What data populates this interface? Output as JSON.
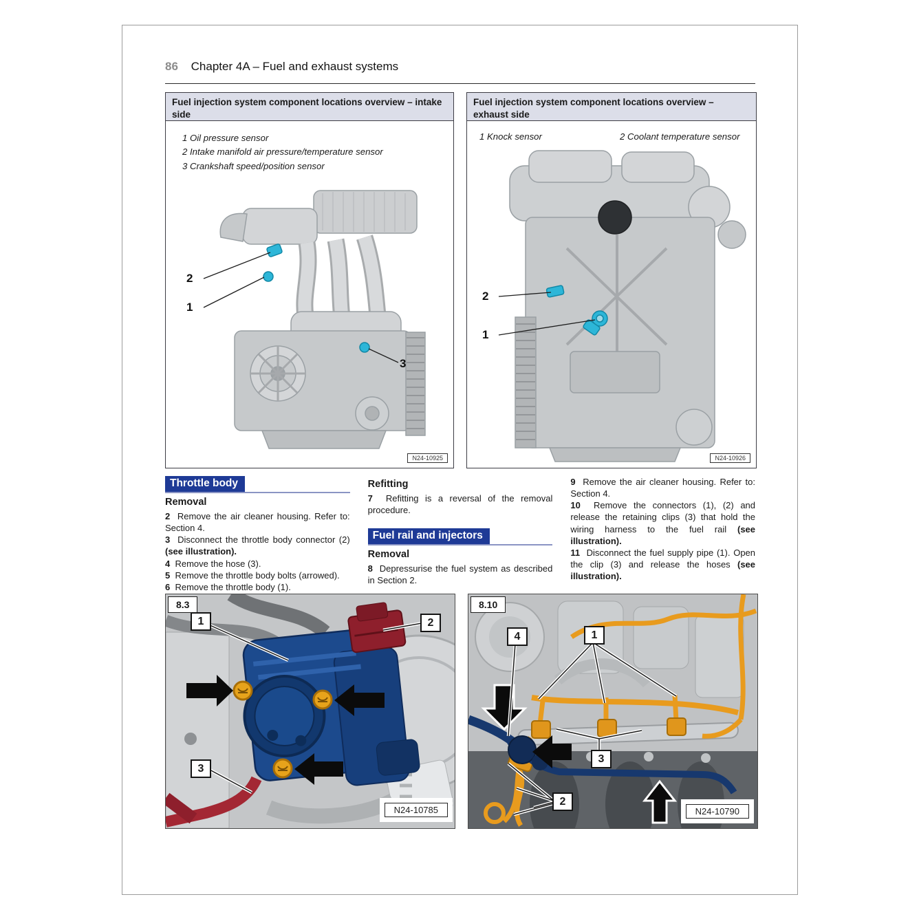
{
  "page": {
    "number": "86",
    "chapter_title": "Chapter 4A – Fuel and exhaust systems"
  },
  "figures": {
    "intake": {
      "title": "Fuel injection system component locations overview – intake side",
      "legend": [
        "1 Oil pressure sensor",
        "2 Intake manifold air pressure/temperature sensor",
        "3 Crankshaft speed/position sensor"
      ],
      "callouts": [
        "2",
        "1",
        "3"
      ],
      "image_id": "N24-10925"
    },
    "exhaust": {
      "title": "Fuel injection system component locations overview – exhaust side",
      "legend": [
        "1 Knock sensor",
        "2 Coolant temperature sensor"
      ],
      "callouts": [
        "2",
        "1"
      ],
      "image_id": "N24-10926"
    }
  },
  "sections": {
    "throttle_body": {
      "heading": "Throttle body",
      "removal_heading": "Removal",
      "steps": [
        {
          "n": "2",
          "pre": "Remove the air cleaner housing. Refer to: Section 4.",
          "bold": "",
          "post": ""
        },
        {
          "n": "3",
          "pre": "Disconnect the throttle body connector (2) ",
          "bold": "(see illustration).",
          "post": ""
        },
        {
          "n": "4",
          "pre": "Remove the hose (3).",
          "bold": "",
          "post": ""
        },
        {
          "n": "5",
          "pre": "Remove the throttle body bolts (arrowed).",
          "bold": "",
          "post": ""
        },
        {
          "n": "6",
          "pre": "Remove the throttle body (1).",
          "bold": "",
          "post": ""
        }
      ]
    },
    "refitting": {
      "heading": "Refitting",
      "steps": [
        {
          "n": "7",
          "pre": "Refitting is a reversal of the removal procedure.",
          "bold": "",
          "post": ""
        }
      ]
    },
    "fuel_rail": {
      "heading": "Fuel rail and injectors",
      "removal_heading": "Removal",
      "steps": [
        {
          "n": "8",
          "pre": "Depressurise the fuel system as described in Section 2.",
          "bold": "",
          "post": ""
        }
      ]
    },
    "continued": {
      "steps": [
        {
          "n": "9",
          "pre": "Remove the air cleaner housing. Refer to: Section 4.",
          "bold": "",
          "post": ""
        },
        {
          "n": "10",
          "pre": "Remove the connectors (1), (2) and release the retaining clips (3) that hold the wiring harness to the fuel rail ",
          "bold": "(see illustration).",
          "post": ""
        },
        {
          "n": "11",
          "pre": "Disconnect the fuel supply pipe (1). Open the clip (3) and release the hoses ",
          "bold": "(see illustration).",
          "post": ""
        }
      ]
    }
  },
  "photos": {
    "photo_83": {
      "label": "8.3",
      "callouts": [
        "1",
        "2",
        "3"
      ],
      "image_id": "N24-10785"
    },
    "photo_810": {
      "label": "8.10",
      "callouts": [
        "4",
        "1",
        "3",
        "2"
      ],
      "image_id": "N24-10790"
    }
  },
  "colors": {
    "section_heading_blue": "#1e3a96",
    "figure_titlebar_bg": "#dcdee9",
    "sensor_teal": "#2db6d8",
    "throttle_body_blue": "#1c4a8d",
    "bolt_yellow": "#e7a31b",
    "connector_dark_red": "#8e1f2c",
    "hose_red": "#a32733",
    "harness_orange": "#e89b1e",
    "fuel_pipe_blue": "#17386e"
  }
}
